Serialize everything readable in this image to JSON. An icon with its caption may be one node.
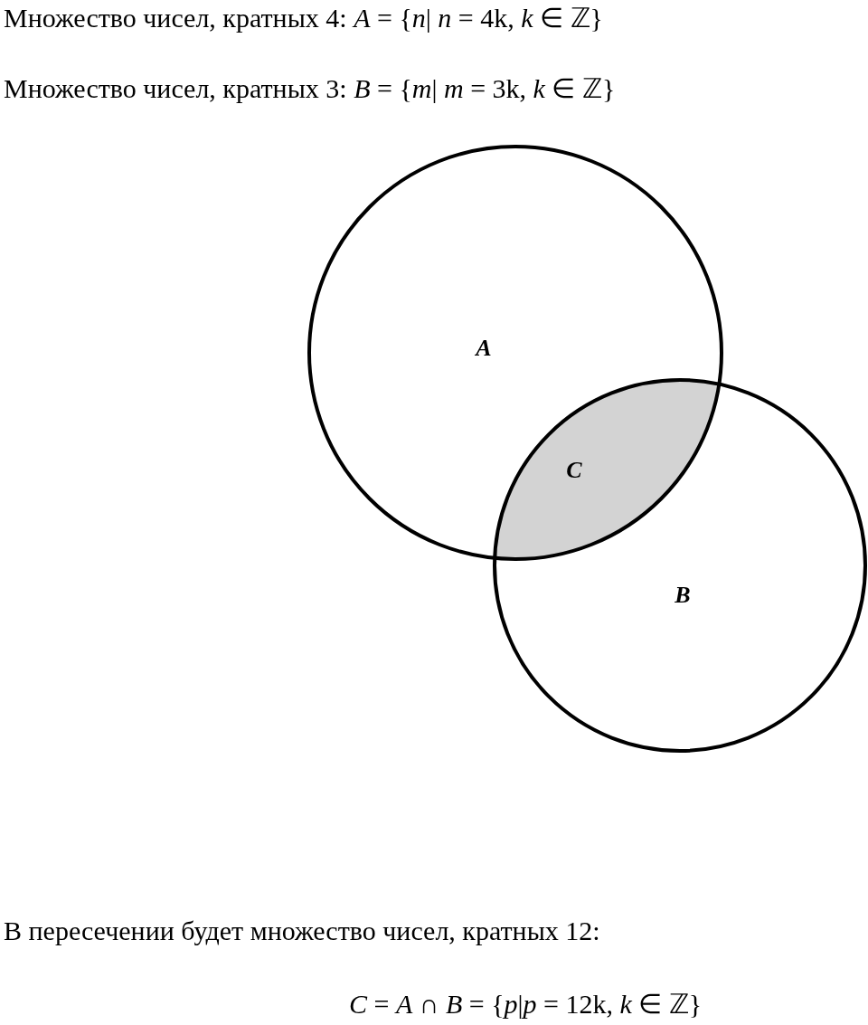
{
  "diagram": {
    "nodes": [
      {
        "text": [
          "A"
        ]
      },
      {
        "text": [
          "B"
        ]
      },
      {
        "text": [
          "C"
        ]
      }
    ],
    "edges": [],
    "labels": [
      "Множество чисел, кратных 4: *A* = {*n*| *n* = 4k, *k* ∈ ℤ}",
      "Множество чисел, кратных 3: *B* = {*m*| *m* = 3k, *k* ∈ ℤ}",
      "В пересечении будет множество чисел, кратных 12:",
      "*C* = *A* ∩ *B* = {*p*|*p* = 12k, *k* ∈ ℤ}"
    ]
  }
}
